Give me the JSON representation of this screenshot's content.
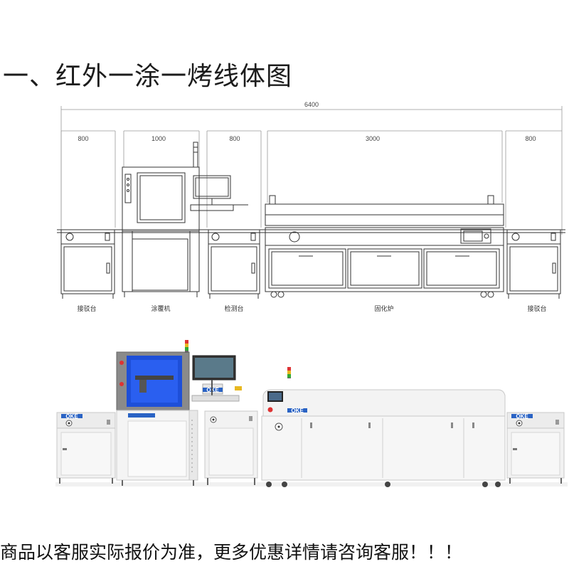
{
  "title": "一、红外一涂一烤线体图",
  "dimensions": {
    "total": "6400",
    "seg1": "800",
    "seg2": "1000",
    "seg3": "800",
    "seg4": "3000",
    "seg5": "800"
  },
  "labels": {
    "m1": "接驳台",
    "m2": "涂覆机",
    "m3": "检测台",
    "m4": "固化炉",
    "m5": "接驳台"
  },
  "brand": "OKE",
  "footer": "商品以客服实际报价为准，更多优惠详情请咨询客服！！！",
  "colors": {
    "brand_blue": "#2a63c4",
    "chamber_blue": "#1e4fd8",
    "frame_gray": "#c9c9c9"
  }
}
